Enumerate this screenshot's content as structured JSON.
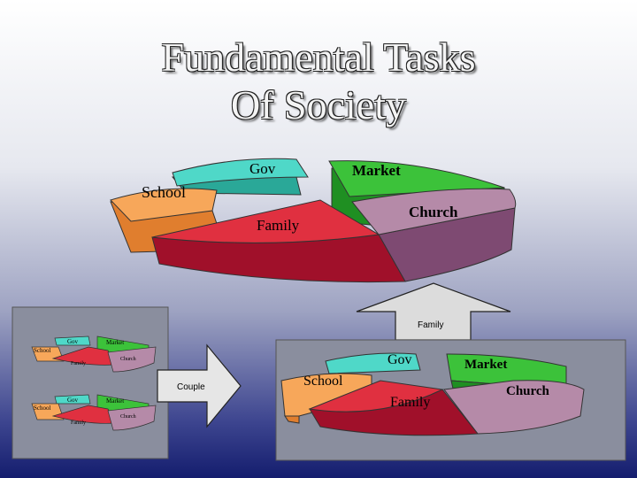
{
  "slide": {
    "title_line1": "Fundamental Tasks",
    "title_line2": "Of Society"
  },
  "main_pie": {
    "labels": {
      "gov": "Gov",
      "market": "Market",
      "school": "School",
      "family": "Family",
      "church": "Church"
    }
  },
  "flow": {
    "top_arrow_label": "Family",
    "couple_arrow_label": "Couple"
  },
  "small_pie": {
    "labels": {
      "gov": "Gov",
      "market": "Market",
      "school": "School",
      "family": "Family",
      "church": "Church"
    }
  },
  "right_pie": {
    "labels": {
      "gov": "Gov",
      "market": "Market",
      "school": "School",
      "family": "Family",
      "church": "Church"
    }
  },
  "colors": {
    "gov": "#4fd8c8",
    "market": "#3cc23a",
    "school": "#f7a75a",
    "family": "#d81830",
    "church": "#8c5a80"
  }
}
